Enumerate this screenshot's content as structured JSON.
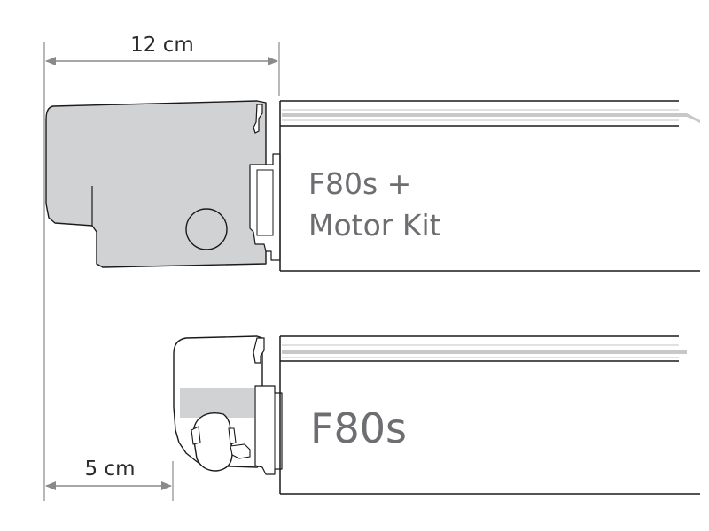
{
  "dimensions": {
    "top_width": "12 cm",
    "bottom_width": "5 cm"
  },
  "products": {
    "top": {
      "line1": "F80s +",
      "line2": "Motor Kit"
    },
    "bottom": {
      "label": "F80s"
    }
  },
  "colors": {
    "outline": "#1a1a1a",
    "housing_gray": "#d1d2d4",
    "dimension_line": "#8a8a8a",
    "text_gray": "#6d6e71",
    "fabric_line": "#c8c8c8"
  }
}
